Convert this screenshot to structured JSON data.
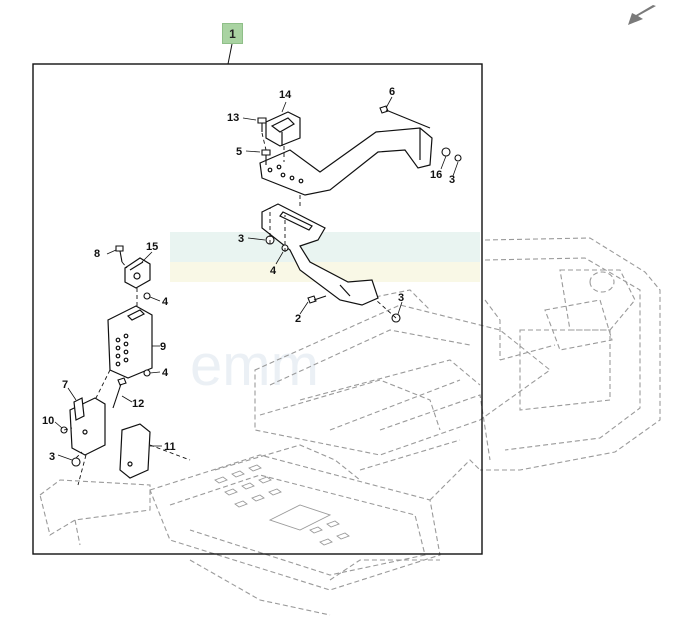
{
  "diagram": {
    "assembly_number": "1",
    "watermark": "emm",
    "nav": {
      "icon": "back-arrow-icon"
    },
    "callouts": [
      "1",
      "2",
      "3",
      "3",
      "3",
      "3",
      "4",
      "4",
      "4",
      "5",
      "6",
      "7",
      "8",
      "9",
      "10",
      "11",
      "12",
      "13",
      "14",
      "15",
      "16"
    ],
    "colors": {
      "line": "#111111",
      "dashed": "#9a9a9a",
      "tag": "#a9d3a2",
      "arrow": "#7a7a7a"
    }
  }
}
